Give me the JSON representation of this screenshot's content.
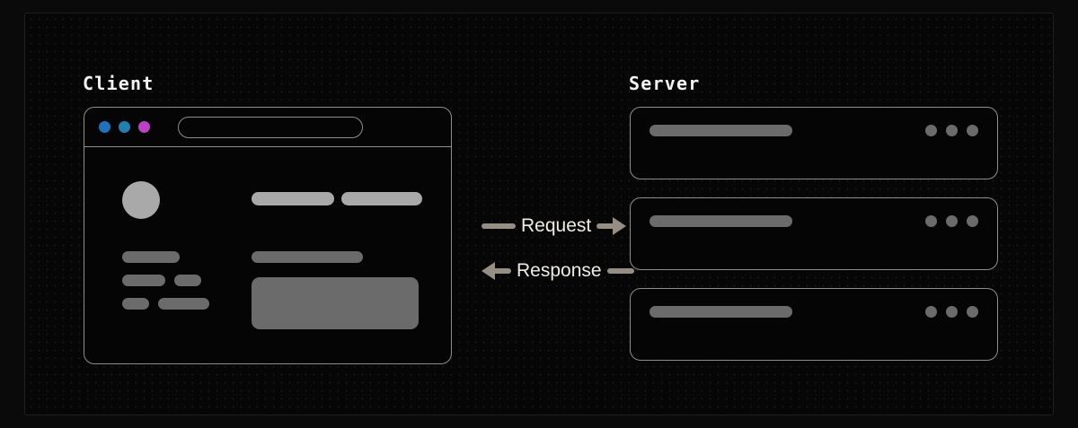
{
  "diagram": {
    "title_client": "Client",
    "title_server": "Server",
    "background_color": "#060606",
    "frame_color": "#0a0a0a",
    "outline_color": "#8e8e8e",
    "accent_arrow_color": "#978e83",
    "label_text_color": "#efece6"
  },
  "client": {
    "label": "Client",
    "window_dots": [
      {
        "name": "window-dot-blue",
        "color": "#1c74c0"
      },
      {
        "name": "window-dot-cyan",
        "color": "#1f7fb5"
      },
      {
        "name": "window-dot-magenta",
        "color": "#b943c4"
      }
    ],
    "url_bar": {
      "name": "url-bar",
      "value": "",
      "placeholder": ""
    },
    "skeleton": {
      "avatar": "avatar-placeholder",
      "head_bars": [
        "heading-bar-1",
        "heading-bar-2"
      ],
      "left_bars": [
        "text-bar-1",
        "text-bar-2",
        "text-bar-3",
        "text-bar-4",
        "text-bar-5"
      ],
      "right_bar": "text-bar-6",
      "image_block": "image-placeholder-block"
    }
  },
  "server": {
    "label": "Server",
    "nodes": [
      {
        "name": "server-node-1",
        "bar": "server-name-bar",
        "dots": 3
      },
      {
        "name": "server-node-2",
        "bar": "server-name-bar",
        "dots": 3
      },
      {
        "name": "server-node-3",
        "bar": "server-name-bar",
        "dots": 3
      }
    ]
  },
  "flows": [
    {
      "id": "request",
      "label": "Request",
      "direction": "right",
      "from": "client",
      "to": "server"
    },
    {
      "id": "response",
      "label": "Response",
      "direction": "left",
      "from": "server",
      "to": "client"
    }
  ]
}
